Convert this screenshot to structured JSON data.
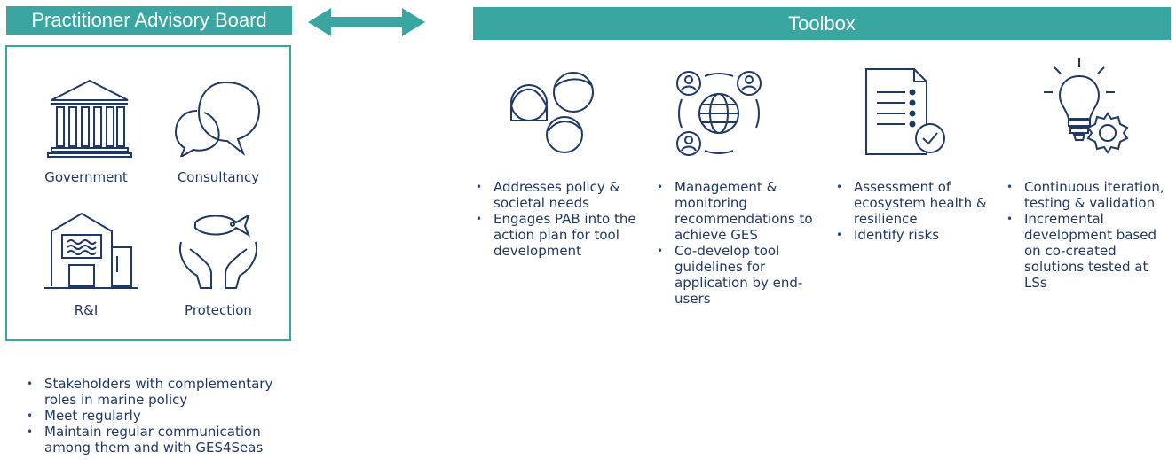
{
  "pab": {
    "title": "Practitioner Advisory Board",
    "categories": {
      "government": "Government",
      "consultancy": "Consultancy",
      "ri": "R&I",
      "protection": "Protection"
    },
    "bullets": [
      "Stakeholders with complementary roles in marine policy",
      "Meet regularly",
      "Maintain regular communication among them and with GES4Seas"
    ]
  },
  "connector": {
    "icon": "double-headed-arrow-icon"
  },
  "toolbox": {
    "title": "Toolbox",
    "tools": [
      {
        "icon": "people-faces-icon",
        "bullets": [
          "Addresses policy & societal needs",
          "Engages PAB into the action plan for tool development"
        ]
      },
      {
        "icon": "globe-network-icon",
        "bullets": [
          "Management & monitoring recommendations to achieve GES",
          "Co-develop tool guidelines for application by end-users"
        ]
      },
      {
        "icon": "checklist-document-icon",
        "bullets": [
          "Assessment of ecosystem health & resilience",
          "Identify risks"
        ]
      },
      {
        "icon": "lightbulb-gear-icon",
        "bullets": [
          "Continuous iteration, testing & validation",
          "Incremental development based on co-created solutions tested at LSs"
        ]
      }
    ]
  },
  "colors": {
    "teal": "#3aa6a1",
    "navy": "#1f3864"
  }
}
